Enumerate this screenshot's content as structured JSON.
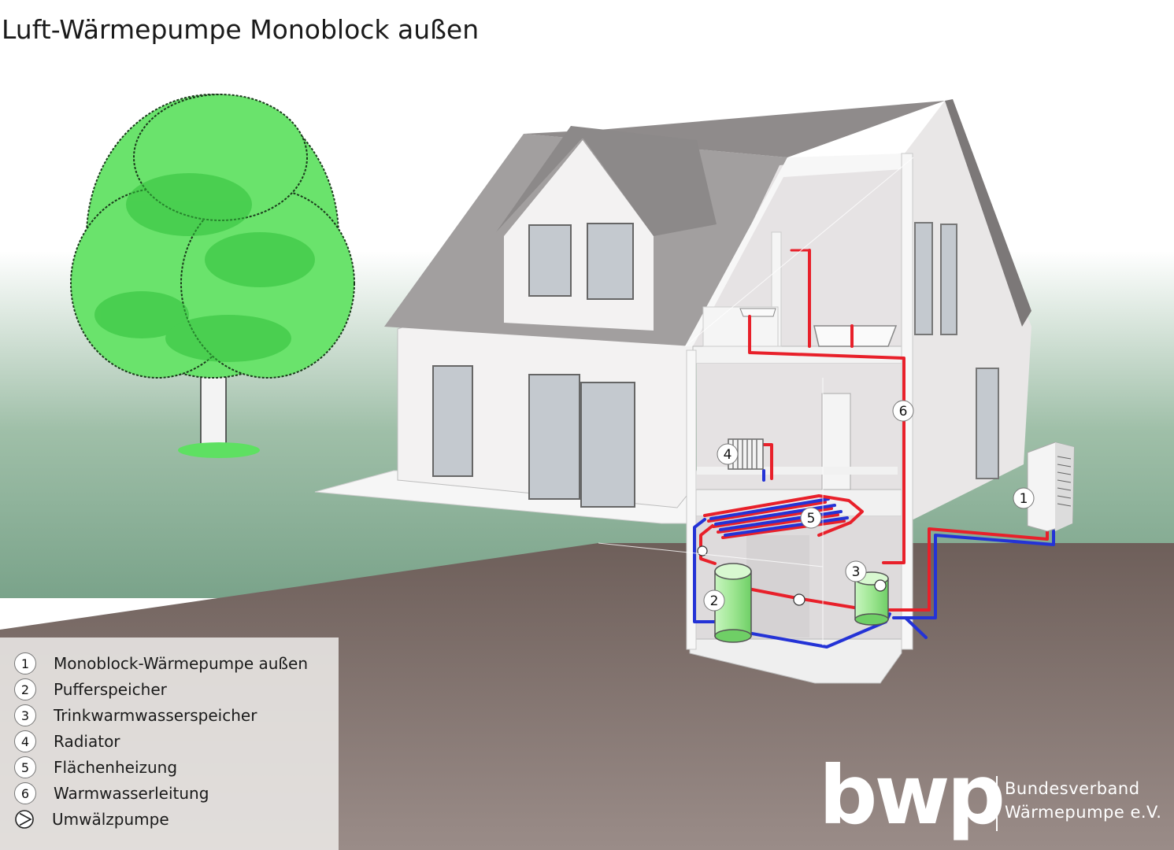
{
  "title": "Luft-Wärmepumpe Monoblock außen",
  "legend": [
    {
      "num": "1",
      "label": "Monoblock-Wärmepumpe außen"
    },
    {
      "num": "2",
      "label": "Pufferspeicher"
    },
    {
      "num": "3",
      "label": "Trinkwarmwasserspeicher"
    },
    {
      "num": "4",
      "label": "Radiator"
    },
    {
      "num": "5",
      "label": "Flächenheizung"
    },
    {
      "num": "6",
      "label": "Warmwasserleitung"
    },
    {
      "num": "",
      "label": "Umwälzpumpe",
      "icon": "circulation-pump-icon"
    }
  ],
  "markers": {
    "m1": "1",
    "m2": "2",
    "m3": "3",
    "m4": "4",
    "m5": "5",
    "m6": "6"
  },
  "logo": {
    "mark": "bwp",
    "line1": "Bundesverband",
    "line2": "Wärmepumpe e.V."
  },
  "colors": {
    "hot_pipe": "#e8202a",
    "cold_pipe": "#2433d6",
    "tree": "#55e060",
    "ground": "#7e6c66",
    "roof": "#9a9797",
    "wall": "#f4f2f2"
  }
}
